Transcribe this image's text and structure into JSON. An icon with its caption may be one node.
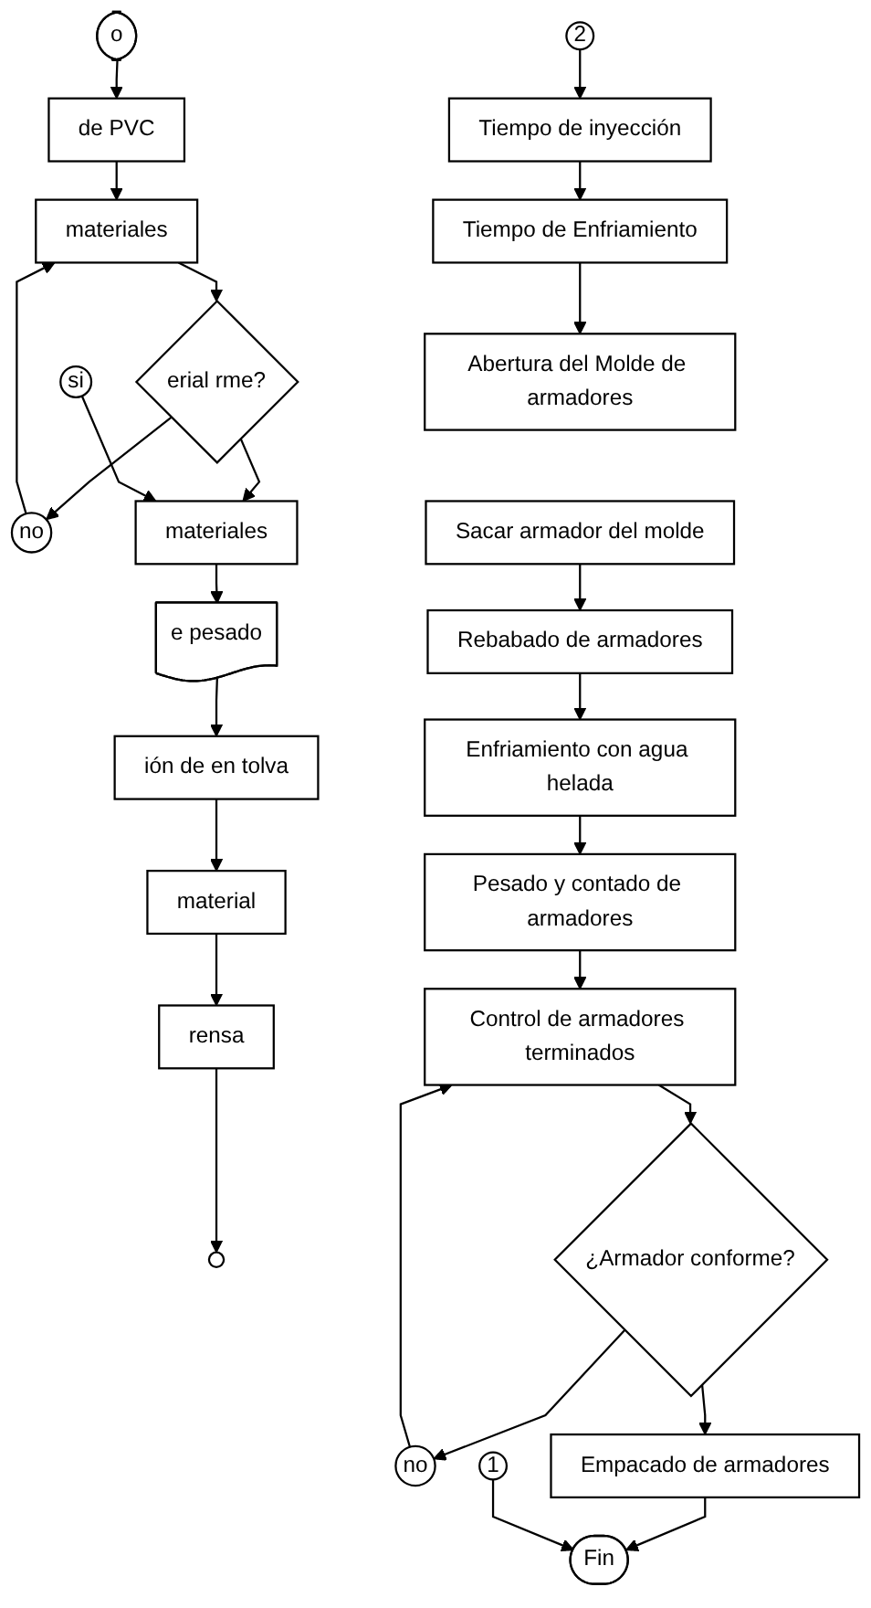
{
  "diagram": {
    "nodes": [
      {
        "text": [
          "o"
        ]
      },
      {
        "text": [
          "de PVC"
        ]
      },
      {
        "text": [
          "materiales"
        ]
      },
      {
        "text": [
          "erial rme?"
        ]
      },
      {
        "text": [
          "no"
        ]
      },
      {
        "text": [
          "si"
        ]
      },
      {
        "text": [
          "materiales"
        ]
      },
      {
        "text": [
          "e pesado"
        ]
      },
      {
        "text": [
          "ión de en tolva"
        ]
      },
      {
        "text": [
          "material"
        ]
      },
      {
        "text": [
          "rensa"
        ]
      },
      {
        "text": [],
        "shape": "circle"
      },
      {
        "text": [
          "2"
        ]
      },
      {
        "text": [
          "Tiempo de inyección"
        ]
      },
      {
        "text": [
          "Tiempo de Enfriamiento"
        ]
      },
      {
        "text": [
          "Abertura del Molde de armadores"
        ]
      },
      {
        "text": [
          "Sacar armador del molde"
        ]
      },
      {
        "text": [
          "Rebabado de armadores"
        ]
      },
      {
        "text": [
          "Enfriamiento con agua helada"
        ]
      },
      {
        "text": [
          "Pesado y contado de armadores"
        ]
      },
      {
        "text": [
          "Control de armadores terminados"
        ]
      },
      {
        "text": [
          "¿Armador conforme?"
        ]
      },
      {
        "text": [
          "no"
        ]
      },
      {
        "text": [
          "Empacado de armadores"
        ]
      },
      {
        "text": [
          "1"
        ]
      },
      {
        "text": [
          "Fin"
        ]
      }
    ],
    "edges": [
      {
        "from": 0,
        "to": 1,
        "arrow": "to"
      },
      {
        "from": 1,
        "to": 2,
        "arrow": "to"
      },
      {
        "from": 2,
        "to": 3,
        "arrow": "to"
      },
      {
        "from": 3,
        "to": 4,
        "arrow": "to"
      },
      {
        "from": 4,
        "to": 2,
        "arrow": "to"
      },
      {
        "from": 3,
        "to": 6,
        "arrow": "to"
      },
      {
        "from": 5,
        "to": 6,
        "arrow": "to"
      },
      {
        "from": 6,
        "to": 7,
        "arrow": "to"
      },
      {
        "from": 7,
        "to": 8,
        "arrow": "to"
      },
      {
        "from": 8,
        "to": 9,
        "arrow": "to"
      },
      {
        "from": 9,
        "to": 10,
        "arrow": "to"
      },
      {
        "from": 10,
        "to": 11,
        "arrow": "to"
      },
      {
        "from": 12,
        "to": 13,
        "arrow": "to"
      },
      {
        "from": 13,
        "to": 14,
        "arrow": "to"
      },
      {
        "from": 14,
        "to": 15,
        "arrow": "to"
      },
      {
        "from": 16,
        "to": 17,
        "arrow": "to"
      },
      {
        "from": 17,
        "to": 18,
        "arrow": "to"
      },
      {
        "from": 18,
        "to": 19,
        "arrow": "to"
      },
      {
        "from": 19,
        "to": 20,
        "arrow": "to"
      },
      {
        "from": 20,
        "to": 21,
        "arrow": "to"
      },
      {
        "from": 21,
        "to": 22,
        "arrow": "to"
      },
      {
        "from": 22,
        "to": 20,
        "arrow": "to"
      },
      {
        "from": 21,
        "to": 23,
        "arrow": "to"
      },
      {
        "from": 23,
        "to": 25,
        "arrow": "to"
      },
      {
        "from": 24,
        "to": 25,
        "arrow": "to"
      }
    ]
  }
}
